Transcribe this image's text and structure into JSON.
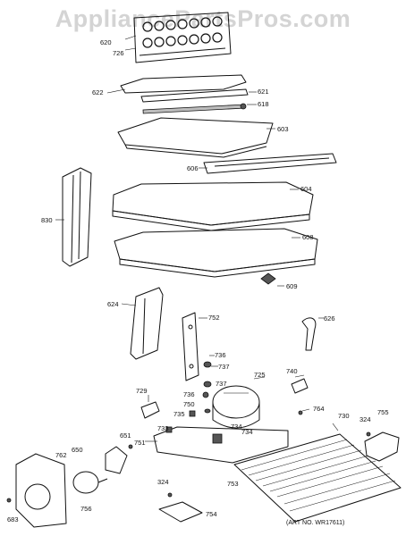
{
  "watermark": "AppliancePartsPros.com",
  "art_number": "(ART NO. WR17611)",
  "labels": {
    "p620": "620",
    "p726": "726",
    "p622": "622",
    "p621": "621",
    "p618": "618",
    "p603": "603",
    "p606": "606",
    "p604": "604",
    "p830": "830",
    "p608": "608",
    "p609": "609",
    "p624": "624",
    "p752": "752",
    "p626": "626",
    "p736a": "736",
    "p737a": "737",
    "p725": "725",
    "p740": "740",
    "p729": "729",
    "p737b": "737",
    "p736b": "736",
    "p750": "750",
    "p764": "764",
    "p730": "730",
    "p735": "735",
    "p324a": "324",
    "p755": "755",
    "p733": "733",
    "p734a": "734",
    "p734b": "734",
    "p651": "651",
    "p650": "650",
    "p751": "751",
    "p762": "762",
    "p753": "753",
    "p324b": "324",
    "p756": "756",
    "p754": "754",
    "p683": "683"
  }
}
